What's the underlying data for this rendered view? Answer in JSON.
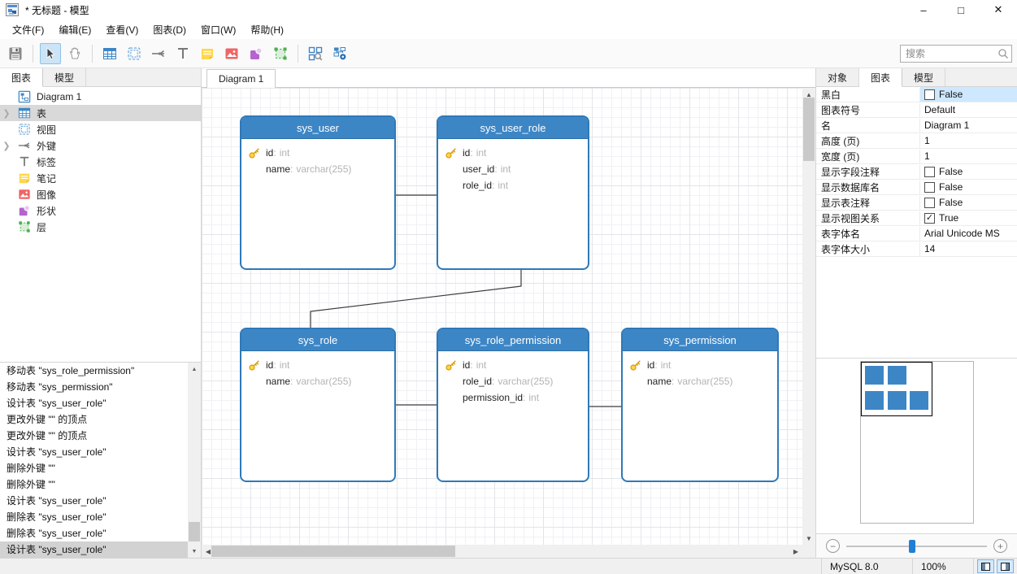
{
  "window": {
    "title": "* 无标题 - 模型",
    "minimize": "–",
    "maximize": "□",
    "close": "✕"
  },
  "menu": {
    "items": [
      "文件(F)",
      "编辑(E)",
      "查看(V)",
      "图表(D)",
      "窗口(W)",
      "帮助(H)"
    ]
  },
  "toolbar": {
    "icons": [
      "save-icon",
      "pointer-icon",
      "hand-icon",
      "table-icon",
      "view-icon",
      "foreign-key-icon",
      "label-icon",
      "note-icon",
      "image-icon",
      "shape-icon",
      "layer-icon",
      "auto-fit-icon",
      "diagram-preview-icon"
    ],
    "search_placeholder": "搜索"
  },
  "left_panel": {
    "tabs": [
      {
        "label": "图表"
      },
      {
        "label": "模型"
      }
    ],
    "tree": {
      "items": [
        {
          "icon": "diagram-icon",
          "label": "Diagram 1"
        },
        {
          "icon": "table-icon",
          "label": "表",
          "expandable": true,
          "selected": true
        },
        {
          "icon": "view-icon",
          "label": "视图"
        },
        {
          "icon": "foreign-key-icon",
          "label": "外键",
          "expandable": true
        },
        {
          "icon": "label-icon",
          "label": "标签"
        },
        {
          "icon": "note-icon",
          "label": "笔记"
        },
        {
          "icon": "image-icon",
          "label": "图像"
        },
        {
          "icon": "shape-icon",
          "label": "形状"
        },
        {
          "icon": "layer-icon",
          "label": "层"
        }
      ]
    },
    "history": {
      "items": [
        "移动表 \"sys_role_permission\"",
        "移动表 \"sys_permission\"",
        "设计表 \"sys_user_role\"",
        "更改外键 \"\" 的顶点",
        "更改外键 \"\" 的顶点",
        "设计表 \"sys_user_role\"",
        "删除外键 \"\"",
        "删除外键 \"\"",
        "设计表 \"sys_user_role\"",
        "删除表 \"sys_user_role\"",
        "删除表 \"sys_user_role\"",
        "设计表 \"sys_user_role\""
      ],
      "selected_index": 11
    }
  },
  "canvas": {
    "tab": "Diagram 1",
    "field_sep": ":",
    "tables": [
      {
        "name": "sys_user",
        "fields": [
          {
            "key": true,
            "name": "id",
            "type": "int"
          },
          {
            "key": false,
            "name": "name",
            "type": "varchar(255)"
          }
        ]
      },
      {
        "name": "sys_user_role",
        "fields": [
          {
            "key": true,
            "name": "id",
            "type": "int"
          },
          {
            "key": false,
            "name": "user_id",
            "type": "int"
          },
          {
            "key": false,
            "name": "role_id",
            "type": "int"
          }
        ]
      },
      {
        "name": "sys_role",
        "fields": [
          {
            "key": true,
            "name": "id",
            "type": "int"
          },
          {
            "key": false,
            "name": "name",
            "type": "varchar(255)"
          }
        ]
      },
      {
        "name": "sys_role_permission",
        "fields": [
          {
            "key": true,
            "name": "id",
            "type": "int"
          },
          {
            "key": false,
            "name": "role_id",
            "type": "varchar(255)"
          },
          {
            "key": false,
            "name": "permission_id",
            "type": "int"
          }
        ]
      },
      {
        "name": "sys_permission",
        "fields": [
          {
            "key": true,
            "name": "id",
            "type": "int"
          },
          {
            "key": false,
            "name": "name",
            "type": "varchar(255)"
          }
        ]
      }
    ],
    "connections": [
      {
        "from": "sys_user",
        "to": "sys_user_role"
      },
      {
        "from": "sys_user_role",
        "to": "sys_role"
      },
      {
        "from": "sys_role",
        "to": "sys_role_permission"
      },
      {
        "from": "sys_role_permission",
        "to": "sys_permission"
      }
    ]
  },
  "right_panel": {
    "tabs": [
      {
        "label": "对象"
      },
      {
        "label": "图表",
        "active": true
      },
      {
        "label": "模型"
      }
    ],
    "check_glyph": "✓",
    "properties": [
      {
        "label": "黑白",
        "value": "False",
        "control": "checkbox",
        "checked": false,
        "highlighted": true
      },
      {
        "label": "图表符号",
        "value": "Default"
      },
      {
        "label": "名",
        "value": "Diagram 1"
      },
      {
        "label": "高度 (页)",
        "value": "1"
      },
      {
        "label": "宽度 (页)",
        "value": "1"
      },
      {
        "label": "显示字段注释",
        "value": "False",
        "control": "checkbox",
        "checked": false
      },
      {
        "label": "显示数据库名",
        "value": "False",
        "control": "checkbox",
        "checked": false
      },
      {
        "label": "显示表注释",
        "value": "False",
        "control": "checkbox",
        "checked": false
      },
      {
        "label": "显示视图关系",
        "value": "True",
        "control": "checkbox",
        "checked": true
      },
      {
        "label": "表字体名",
        "value": "Arial Unicode MS"
      },
      {
        "label": "表字体大小",
        "value": "14"
      }
    ],
    "zoom_minus": "−",
    "zoom_plus": "+"
  },
  "statusbar": {
    "database": "MySQL 8.0",
    "zoom_level": "100%"
  },
  "colors": {
    "table_header": "#3d86c6",
    "table_border": "#2e79b9",
    "selection_highlight": "#cce4f7",
    "property_highlight": "#cde8ff",
    "selected_row_gray": "#d9d9d9",
    "key_icon_gold": "#ffd44d"
  }
}
